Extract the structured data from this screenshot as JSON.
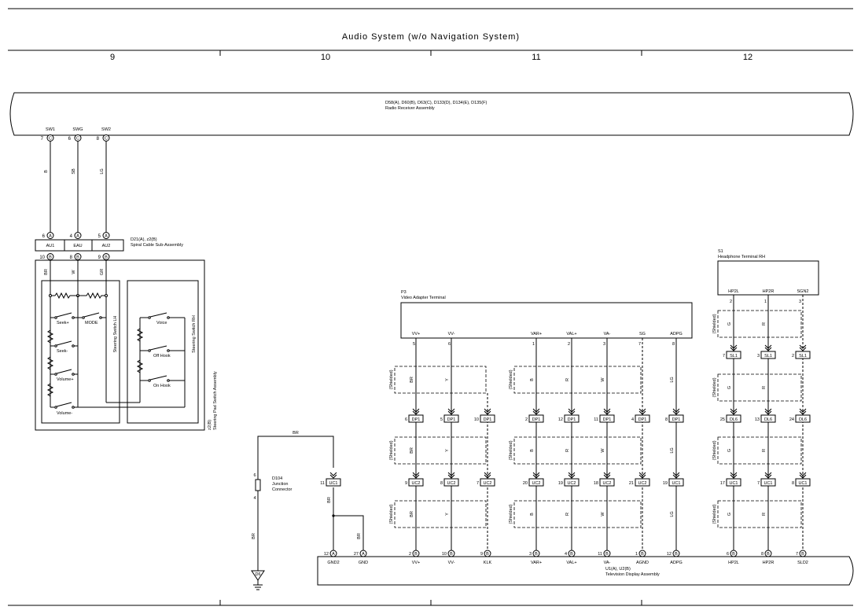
{
  "header": {
    "title": "Audio System (w/o Navigation System)",
    "columns": [
      "9",
      "10",
      "11",
      "12"
    ]
  },
  "radio": {
    "ids": "D58(A), D60(B), D63(C), D133(D), D134(E), D135(F)",
    "name": "Radio Receiver Assembly",
    "pins": [
      {
        "label": "SW1",
        "num": "7",
        "conn": "C",
        "color": "B"
      },
      {
        "label": "SWG",
        "num": "6",
        "conn": "C",
        "color": "SB"
      },
      {
        "label": "SW2",
        "num": "8",
        "conn": "C",
        "color": "LG"
      }
    ]
  },
  "spiral": {
    "ids": "D21(A), z2(B)",
    "name": "Spiral Cable Sub-Assembly",
    "top_pins": [
      {
        "num": "6",
        "conn": "A",
        "label": "AU1"
      },
      {
        "num": "4",
        "conn": "A",
        "label": "EAU"
      },
      {
        "num": "5",
        "conn": "A",
        "label": "AU2"
      }
    ],
    "bottom_pins": [
      {
        "num": "10",
        "conn": "B",
        "color": "BR"
      },
      {
        "num": "8",
        "conn": "B",
        "color": "W"
      },
      {
        "num": "9",
        "conn": "B",
        "color": "GR"
      }
    ]
  },
  "steering": {
    "ids": "z2(B)",
    "name": "Steering Pad Switch Assembly",
    "lh_name": "Steering Switch LH",
    "rh_name": "Steering Switch RH",
    "lh_switches": [
      "Seek+",
      "MODE",
      "Seek-",
      "Volume+",
      "Volume-"
    ],
    "rh_switches": [
      "Voice",
      "Off Hook",
      "On Hook"
    ]
  },
  "p3": {
    "id": "P3",
    "name": "Video Adapter Terminal",
    "pins": [
      {
        "label": "VV+",
        "num": "5"
      },
      {
        "label": "VV-",
        "num": "6"
      },
      {
        "label": "VAR+",
        "num": "1"
      },
      {
        "label": "VAL+",
        "num": "2"
      },
      {
        "label": "VA-",
        "num": "3"
      },
      {
        "label": "SG",
        "num": "7"
      },
      {
        "label": "ADPG",
        "num": "8"
      }
    ]
  },
  "s1": {
    "id": "S1",
    "name": "Headphone Terminal RH",
    "pins": [
      {
        "label": "HP2L",
        "num": "2"
      },
      {
        "label": "HP2R",
        "num": "1"
      },
      {
        "label": "SGN2",
        "num": "3"
      }
    ]
  },
  "shielded_label": "(Shielded)",
  "wire_colors": {
    "video": [
      "BR",
      "Y"
    ],
    "audio": [
      "B",
      "R",
      "W"
    ],
    "adpg": "LG",
    "hp": [
      "G",
      "R"
    ]
  },
  "row1_connectors": [
    {
      "num": "6",
      "id": "DP1"
    },
    {
      "num": "5",
      "id": "DP1"
    },
    {
      "num": "10",
      "id": "DP1"
    },
    {
      "num": "2",
      "id": "DP1"
    },
    {
      "num": "12",
      "id": "DP1"
    },
    {
      "num": "11",
      "id": "DP1"
    },
    {
      "num": "4",
      "id": "DP1"
    },
    {
      "num": "8",
      "id": "DP1"
    }
  ],
  "row2_connectors": [
    {
      "num": "9",
      "id": "UC2"
    },
    {
      "num": "8",
      "id": "UC2"
    },
    {
      "num": "7",
      "id": "UC2"
    },
    {
      "num": "20",
      "id": "UC2"
    },
    {
      "num": "19",
      "id": "UC2"
    },
    {
      "num": "18",
      "id": "UC2"
    },
    {
      "num": "21",
      "id": "UC2"
    },
    {
      "num": "19",
      "id": "UC1"
    }
  ],
  "sl_connectors": [
    {
      "num": "7",
      "id": "SL1"
    },
    {
      "num": "3",
      "id": "SL1"
    },
    {
      "num": "2",
      "id": "SL1"
    }
  ],
  "dl_connectors": [
    {
      "num": "25",
      "id": "DL6"
    },
    {
      "num": "13",
      "id": "DL6"
    },
    {
      "num": "24",
      "id": "DL6"
    }
  ],
  "uc_right_connectors": [
    {
      "num": "17",
      "id": "UC1"
    },
    {
      "num": "7",
      "id": "UC1"
    },
    {
      "num": "8",
      "id": "UC1"
    }
  ],
  "junction": {
    "id": "D104",
    "name_line1": "Junction",
    "name_line2": "Connector",
    "top_num": "6",
    "bottom_num": "4",
    "wire_color": "BR",
    "ground": "D6",
    "uc1_num": "11",
    "uc1_id": "UC1"
  },
  "tv": {
    "ids": "U1(A), U2(B)",
    "name": "Television Display Assembly",
    "pins": [
      {
        "label": "GND2",
        "num": "12",
        "conn": "A"
      },
      {
        "label": "GND",
        "num": "27",
        "conn": "A"
      },
      {
        "label": "VV+",
        "num": "2",
        "conn": "B"
      },
      {
        "label": "VV-",
        "num": "10",
        "conn": "B"
      },
      {
        "label": "KLK",
        "num": "9",
        "conn": "B"
      },
      {
        "label": "VAR+",
        "num": "3",
        "conn": "B"
      },
      {
        "label": "VAL+",
        "num": "4",
        "conn": "B"
      },
      {
        "label": "VA-",
        "num": "11",
        "conn": "B"
      },
      {
        "label": "AGND",
        "num": "1",
        "conn": "B"
      },
      {
        "label": "ADPG",
        "num": "12",
        "conn": "B"
      },
      {
        "label": "HP2L",
        "num": "6",
        "conn": "B"
      },
      {
        "label": "HP2R",
        "num": "8",
        "conn": "B"
      },
      {
        "label": "SLD2",
        "num": "7",
        "conn": "B"
      }
    ],
    "br_label": "BR"
  },
  "colors": {
    "line": "#000000",
    "background": "#ffffff"
  }
}
